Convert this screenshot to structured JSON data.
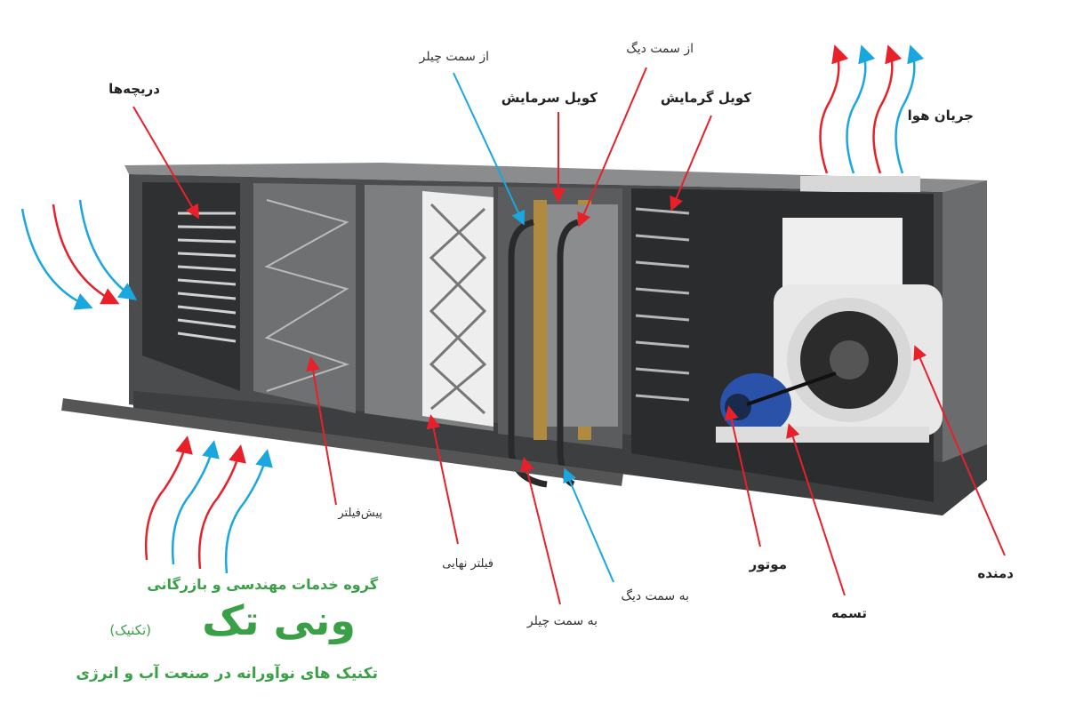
{
  "labels": {
    "dampers": "دریچه‌ها",
    "from_chiller": "از سمت چیلر",
    "from_boiler": "از سمت دیگ",
    "cooling_coil": "کویل سرمایش",
    "heating_coil": "کویل گرمایش",
    "airflow": "جریان هوا",
    "pre_filter": "پیش‌فیلتر",
    "final_filter": "فیلتر نهایی",
    "to_boiler": "به سمت دیگ",
    "to_chiller": "به سمت چیلر",
    "motor": "موتور",
    "belt": "تسمه",
    "blower": "دمنده"
  },
  "logo": {
    "group": "گروه خدمات مهندسی و بازرگانی",
    "name": "ونی تک",
    "subname": "(تکنیک)",
    "tagline": "تکنیک های نوآورانه در صنعت آب و انرژی"
  },
  "colors": {
    "hot": "#e8202a",
    "cold": "#1aa7e0",
    "logo": "#3aa047",
    "unit": "#5a5c5e"
  }
}
